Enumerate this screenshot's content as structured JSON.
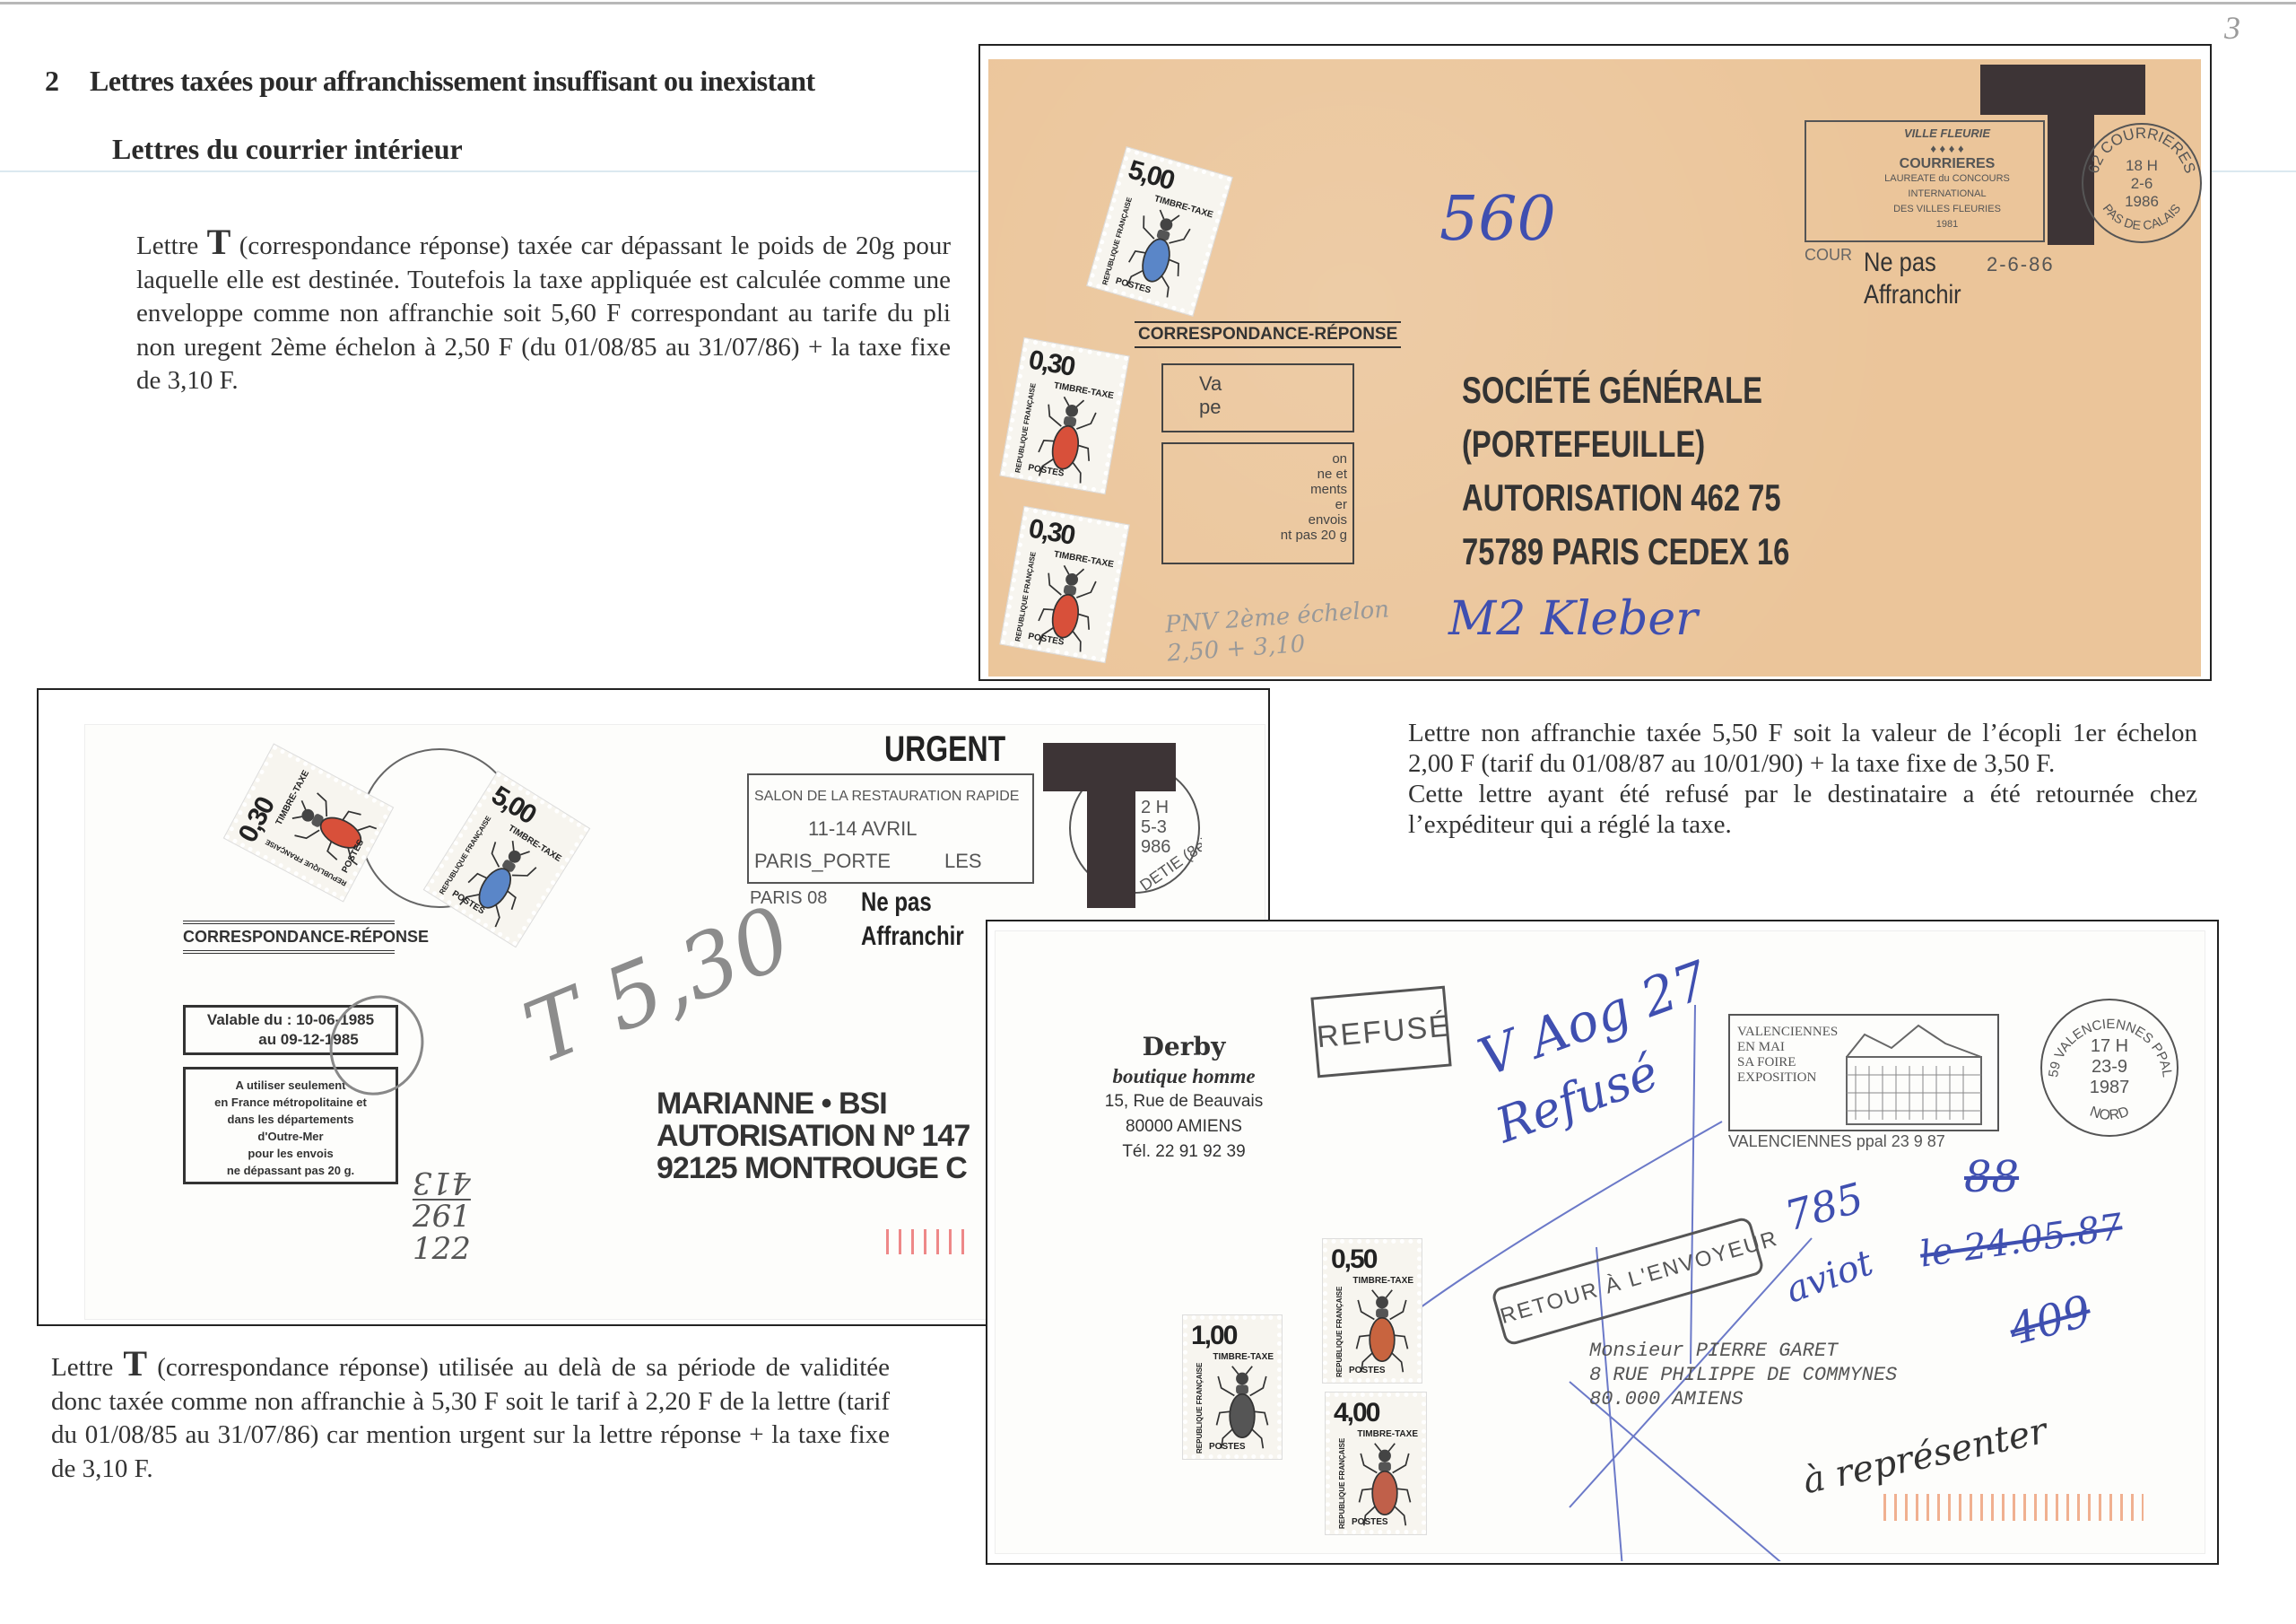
{
  "page": {
    "page_number": "3",
    "section_number": "2",
    "section_title": "Lettres taxées pour affranchissement insuffisant ou inexistant",
    "subtitle": "Lettres du courrier intérieur"
  },
  "descriptions": [
    {
      "prefix": "Lettre",
      "T": "T",
      "text": "(correspondance réponse) taxée car dépassant le poids de 20g pour laquelle elle est destinée. Toutefois la taxe appliquée est calculée comme une enveloppe comme non affranchie soit 5,60 F correspondant au tarife du pli non uregent 2ème échelon à 2,50 F (du 01/08/85 au 31/07/86) + la taxe fixe de 3,10 F."
    },
    {
      "text1": "Lettre non affranchie taxée 5,50 F soit la valeur de l’écopli 1er échelon 2,00 F (tarif du 01/08/87 au 10/01/90) + la taxe fixe de 3,50 F.",
      "text2": "Cette lettre ayant été refusé par le destinataire a été retournée chez l’expéditeur qui a réglé la taxe."
    },
    {
      "prefix": "Lettre",
      "T": "T",
      "text": "(correspondance réponse) utilisée au delà de sa période de validitée donc taxée comme non affranchie à 5,30 F soit le tarif à 2,20 F de la lettre (tarif du 01/08/85 au 31/07/86) car mention urgent sur la lettre réponse + la taxe fixe de 3,10 F."
    }
  ],
  "cover1": {
    "flame": [
      "VILLE FLEURIE",
      "♦ ♦ ♦ ♦",
      "COURRIERES",
      "LAUREATE du CONCOURS",
      "INTERNATIONAL",
      "DES VILLES FLEURIES",
      "1981"
    ],
    "flame_footer": "COUR",
    "flame_date": "2-6-86",
    "ne_pas": "Ne pas",
    "affranchir": "Affranchir",
    "postmark": {
      "ring_top": "62 COURRIERES",
      "ring_bottom": "PAS DE CALAIS",
      "time": "18 H",
      "date": "2-6",
      "year": "1986"
    },
    "tax_amount": "560",
    "corr_label": "CORRESPONDANCE-RÉPONSE",
    "box_text": [
      "Va",
      "pe",
      "on",
      "ne et",
      "ments",
      "er",
      "envois",
      "nt pas 20 g"
    ],
    "address": [
      "SOCIÉTÉ GÉNÉRALE",
      "(PORTEFEUILLE)",
      "AUTORISATION 462 75",
      "75789 PARIS CEDEX 16"
    ],
    "handwritten": "M2 Kleber",
    "pencil": [
      "PNV  2ème échelon",
      "2,50 + 3,10"
    ],
    "stamps": [
      {
        "value": "5,00",
        "label": "TIMBRE-TAXE",
        "country": "REPUBLIQUE FRANÇAISE",
        "postes": "POSTES",
        "color": "#5a86c8"
      },
      {
        "value": "0,30",
        "label": "TIMBRE-TAXE",
        "country": "REPUBLIQUE FRANÇAISE",
        "postes": "POSTES",
        "color": "#d8503a"
      },
      {
        "value": "0,30",
        "label": "TIMBRE-TAXE",
        "country": "REPUBLIQUE FRANÇAISE",
        "postes": "POSTES",
        "color": "#d8503a"
      }
    ]
  },
  "cover2": {
    "urgent": "URGENT",
    "flame": [
      "SALON DE LA RESTAURATION RAPIDE",
      "11-14 AVRIL",
      "PARIS_PORTE",
      "LES"
    ],
    "flame_footer": "PARIS 08",
    "ne_pas": "Ne pas",
    "affranchir": "Affranchir",
    "postmark": {
      "time": "2 H",
      "date": "5-3",
      "year": "986",
      "ring": "DETIE (8e)"
    },
    "corr_label": "CORRESPONDANCE-RÉPONSE",
    "valid_line1": "Valable du : 10-06-1985",
    "valid_line2": "au  09-12-1985",
    "usage": [
      "A utiliser seulement",
      "en France métropolitaine et",
      "dans les départements",
      "d'Outre-Mer",
      "pour les envois",
      "ne dépassant pas 20 g."
    ],
    "pencil_tax": "T 5,30",
    "pencil_calc": [
      "413",
      "261",
      "122"
    ],
    "address": [
      "MARIANNE • BSI",
      "AUTORISATION Nº 147",
      "92125 MONTROUGE C"
    ],
    "stamps": [
      {
        "value": "0,30",
        "label": "TIMBRE-TAXE",
        "country": "REPUBLIQUE FRANÇAISE",
        "postes": "POSTES",
        "color": "#d8503a"
      },
      {
        "value": "5,00",
        "label": "TIMBRE-TAXE",
        "country": "REPUBLIQUE FRANÇAISE",
        "postes": "POSTES",
        "color": "#5a86c8"
      }
    ]
  },
  "cover3": {
    "sender": {
      "name": "Derby",
      "tagline": "boutique homme",
      "street": "15, Rue de Beauvais",
      "city": "80000 AMIENS",
      "phone": "Tél. 22 91 92 39"
    },
    "refused_stamp": "REFUSÉ",
    "flame": [
      "VALENCIENNES",
      "EN MAI",
      "SA FOIRE",
      "EXPOSITION"
    ],
    "flame_footer": "VALENCIENNES ppal 23 9 87",
    "postmark": {
      "ring_top": "59 VALENCIENNES PPAL",
      "ring_bottom": "NORD",
      "time": "17 H",
      "date": "23-9",
      "year": "1987"
    },
    "return_stamp": "RETOUR À L'ENVOYEUR",
    "hand_blue": [
      "V Aog 27",
      "Refusé",
      "785",
      "aviot",
      "88",
      "le 24.05.87",
      "409"
    ],
    "hand_black": "à représenter",
    "recipient": [
      "Monsieur PIERRE GARET",
      "8 RUE PHILIPPE DE COMMYNES",
      "80.000 AMIENS"
    ],
    "stamps": [
      {
        "value": "1,00",
        "label": "TIMBRE-TAXE",
        "country": "REPUBLIQUE FRANÇAISE",
        "postes": "POSTES",
        "color": "#555555"
      },
      {
        "value": "0,50",
        "label": "TIMBRE-TAXE",
        "country": "REPUBLIQUE FRANÇAISE",
        "postes": "POSTES",
        "color": "#c8643f"
      },
      {
        "value": "4,00",
        "label": "TIMBRE-TAXE",
        "country": "REPUBLIQUE FRANÇAISE",
        "postes": "POSTES",
        "color": "#c0604a"
      }
    ]
  },
  "colors": {
    "tan_envelope": "#ebc59a",
    "tax_T": "#3d3436",
    "ink_blue": "#3f4fb0"
  }
}
